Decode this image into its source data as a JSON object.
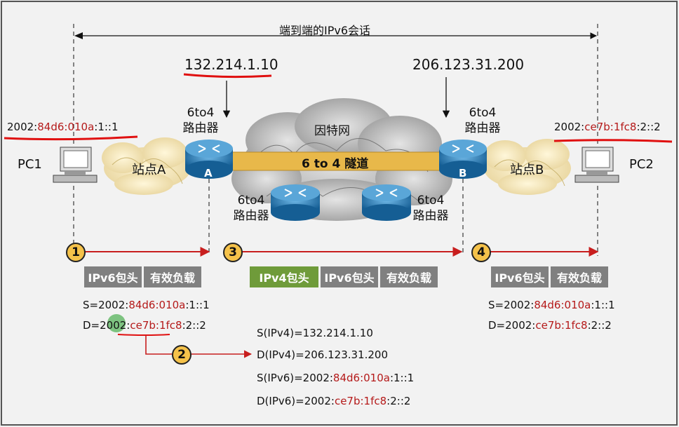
{
  "header": {
    "session": "端到端的IPv6会话"
  },
  "routers": {
    "a_ipv4": "132.214.1.10",
    "b_ipv4": "206.123.31.200",
    "a_label_1": "6to4",
    "a_label_2": "路由器",
    "b_label_1": "6to4",
    "b_label_2": "路由器",
    "a_badge": "A",
    "b_badge": "B",
    "mid1_label_1": "6to4",
    "mid1_label_2": "路由器",
    "mid2_label_1": "6to4",
    "mid2_label_2": "路由器"
  },
  "pc1": {
    "label": "PC1",
    "addr_prefix": "2002:",
    "addr_red": "84d6:010a",
    "addr_suffix": ":1::1"
  },
  "pc2": {
    "label": "PC2",
    "addr_prefix": "2002:",
    "addr_red": "ce7b:1fc8",
    "addr_suffix": ":2::2"
  },
  "sites": {
    "a": "站点A",
    "b": "站点B"
  },
  "internet": {
    "label": "因特网",
    "tunnel": "6 to 4 隧道"
  },
  "steps": {
    "s1": "1",
    "s2": "2",
    "s3": "3",
    "s4": "4"
  },
  "packets": {
    "p1": [
      "IPv6包头",
      "有效负载"
    ],
    "p3": [
      "IPv4包头",
      "IPv6包头",
      "有效负载"
    ],
    "p4": [
      "IPv6包头",
      "有效负载"
    ]
  },
  "left_addrs": {
    "s_prefix": "S=2002:",
    "s_red": "84d6:010a",
    "s_suffix": ":1::1",
    "d_prefix": "D=2002:",
    "d_red": "ce7b:1fc8",
    "d_suffix": ":2::2"
  },
  "right_addrs": {
    "s_prefix": "S=2002:",
    "s_red": "84d6:010a",
    "s_suffix": ":1::1",
    "d_prefix": "D=2002:",
    "d_red": "ce7b:1fc8",
    "d_suffix": ":2::2"
  },
  "encap": {
    "s_ipv4": "S(IPv4)=132.214.1.10",
    "d_ipv4": "D(IPv4)=206.123.31.200",
    "s_ipv6_prefix": "S(IPv6)=2002:",
    "s_ipv6_red": "84d6:010a",
    "s_ipv6_suffix": ":1::1",
    "d_ipv6_prefix": "D(IPv6)=2002:",
    "d_ipv6_red": "ce7b:1fc8",
    "d_ipv6_suffix": ":2::2"
  },
  "colors": {
    "accent_red": "#b51a1a",
    "router_blue": "#1f6fa8",
    "tunnel": "#e8b84a",
    "arrow": "#c81e1e"
  }
}
